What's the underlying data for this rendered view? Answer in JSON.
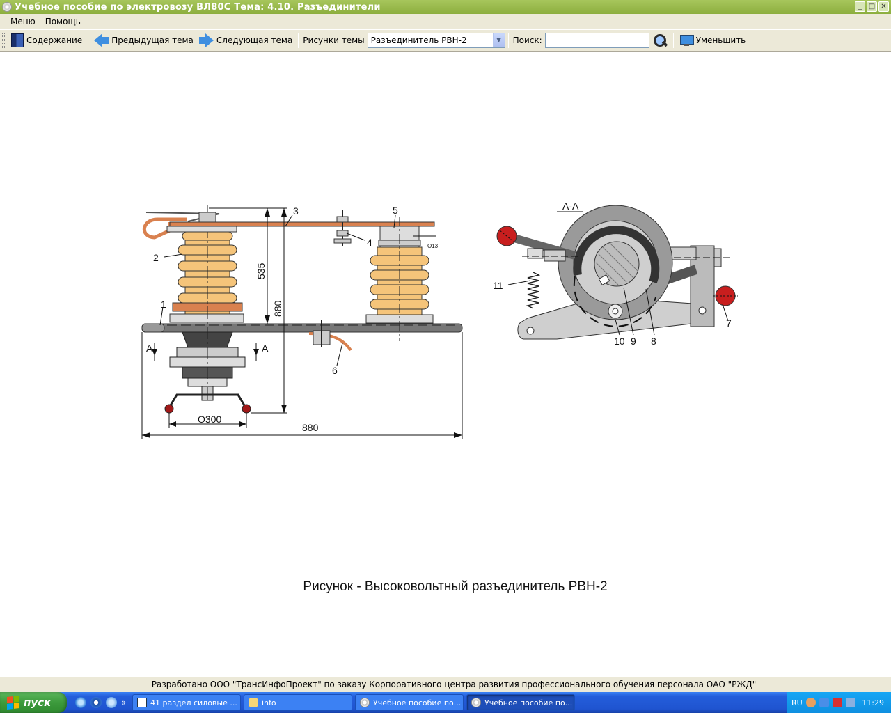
{
  "window": {
    "title": "Учебное пособие по электровозу ВЛ80С Тема: 4.10. Разъединители",
    "controls": {
      "minimize": "_",
      "maximize": "□",
      "close": "✕"
    }
  },
  "menu": {
    "items": [
      "Меню",
      "Помощь"
    ]
  },
  "toolbar": {
    "contents_label": "Содержание",
    "prev_label": "Предыдущая тема",
    "next_label": "Следующая тема",
    "figures_label": "Рисунки темы",
    "figure_select_value": "Разъединитель РВН-2",
    "search_label": "Поиск:",
    "search_value": "",
    "zoom_label": "Уменьшить"
  },
  "figure": {
    "caption": "Рисунок - Высоковольтный разъединитель РВН-2",
    "section_label": "А-А",
    "labels": {
      "l1": "1",
      "l2": "2",
      "l3": "3",
      "l4": "4",
      "l5": "5",
      "l6": "6",
      "l7": "7",
      "l8": "8",
      "l9": "9",
      "l10": "10",
      "l11": "11"
    },
    "dimensions": {
      "d535": "535",
      "d880v": "880",
      "d880h": "880",
      "d300": "О300",
      "d13": "О13",
      "secA": "А"
    },
    "colors": {
      "insulator": "#f5c47a",
      "busbar": "#d9814f",
      "steel": "#c8c8c8",
      "dark": "#555555",
      "handle": "#c81e1e"
    }
  },
  "footer": {
    "text": "Разработано ООО \"ТрансИнфоПроект\" по заказу Корпоративного центра развития профессионального обучения персонала ОАО \"РЖД\""
  },
  "taskbar": {
    "start_label": "пуск",
    "more": "»",
    "tasks": [
      {
        "label": "41 раздел силовые ..."
      },
      {
        "label": "info"
      },
      {
        "label": "Учебное пособие по..."
      },
      {
        "label": "Учебное пособие по..."
      }
    ],
    "lang": "RU",
    "time": "11:29"
  }
}
